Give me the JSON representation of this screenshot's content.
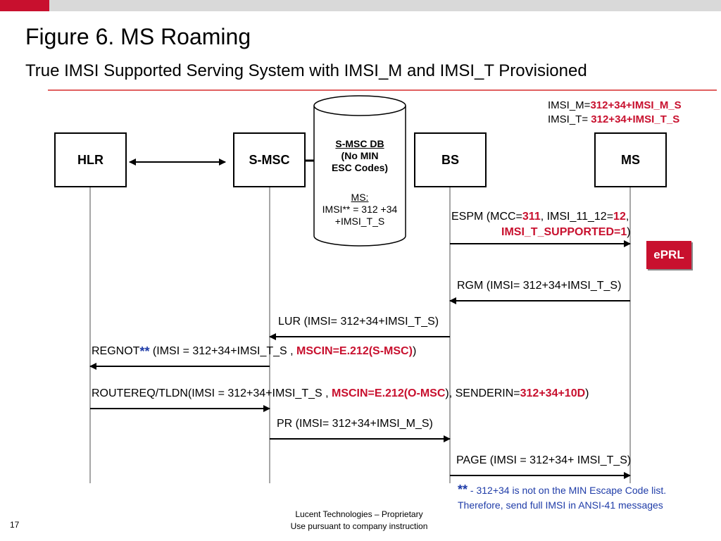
{
  "header": {
    "title": "Figure 6.  MS Roaming",
    "subtitle": "True IMSI Supported Serving System with IMSI_M and IMSI_T Provisioned"
  },
  "provisioning": {
    "imsi_m_prefix": "IMSI_M=",
    "imsi_m_value": "312+34+IMSI_M_S",
    "imsi_t_prefix": "IMSI_T= ",
    "imsi_t_value": "312+34+IMSI_T_S"
  },
  "nodes": {
    "hlr": "HLR",
    "smsc": "S-MSC",
    "bs": "BS",
    "ms": "MS"
  },
  "db": {
    "title_line1": "S-MSC DB",
    "title_line2": "(No MIN",
    "title_line3": "ESC Codes)",
    "ms_label": "MS:",
    "imsi_line1": "IMSI** = 312 +34",
    "imsi_line2": "+IMSI_T_S"
  },
  "messages": {
    "espm": {
      "p1": "ESPM (MCC=",
      "v1": "311",
      "p2": ", IMSI_11_12=",
      "v2": "12",
      "p3": ",",
      "v3": "IMSI_T_SUPPORTED=1",
      "p4": ")"
    },
    "eprl": "ePRL",
    "rgm": "RGM (IMSI= 312+34+IMSI_T_S)",
    "lur": "LUR (IMSI= 312+34+IMSI_T_S)",
    "regnot": {
      "p1": "REGNOT",
      "star": "**",
      "p2": " (IMSI = 312+34+IMSI_T_S , ",
      "v1": "MSCIN=E.212(S-MSC)",
      "p3": ")"
    },
    "routereq": {
      "p1": "ROUTEREQ/TLDN(IMSI = 312+34+IMSI_T_S , ",
      "v1": "MSCIN=E.212(O-MSC",
      "p2": "), SENDERIN=",
      "v2": "312+34+10D",
      "p3": ")"
    },
    "pr": "PR (IMSI= 312+34+IMSI_M_S)",
    "page": "PAGE (IMSI = 312+34+ IMSI_T_S)"
  },
  "footnote": {
    "star": "**",
    "text": " - 312+34 is not on the MIN Escape Code list.  Therefore, send full IMSI in ANSI-41 messages"
  },
  "footer": {
    "line1": "Lucent Technologies – Proprietary",
    "line2": "Use pursuant to company instruction",
    "page_number": "17"
  },
  "colors": {
    "accent": "#c8102e",
    "footnote": "#1f3ca8"
  }
}
